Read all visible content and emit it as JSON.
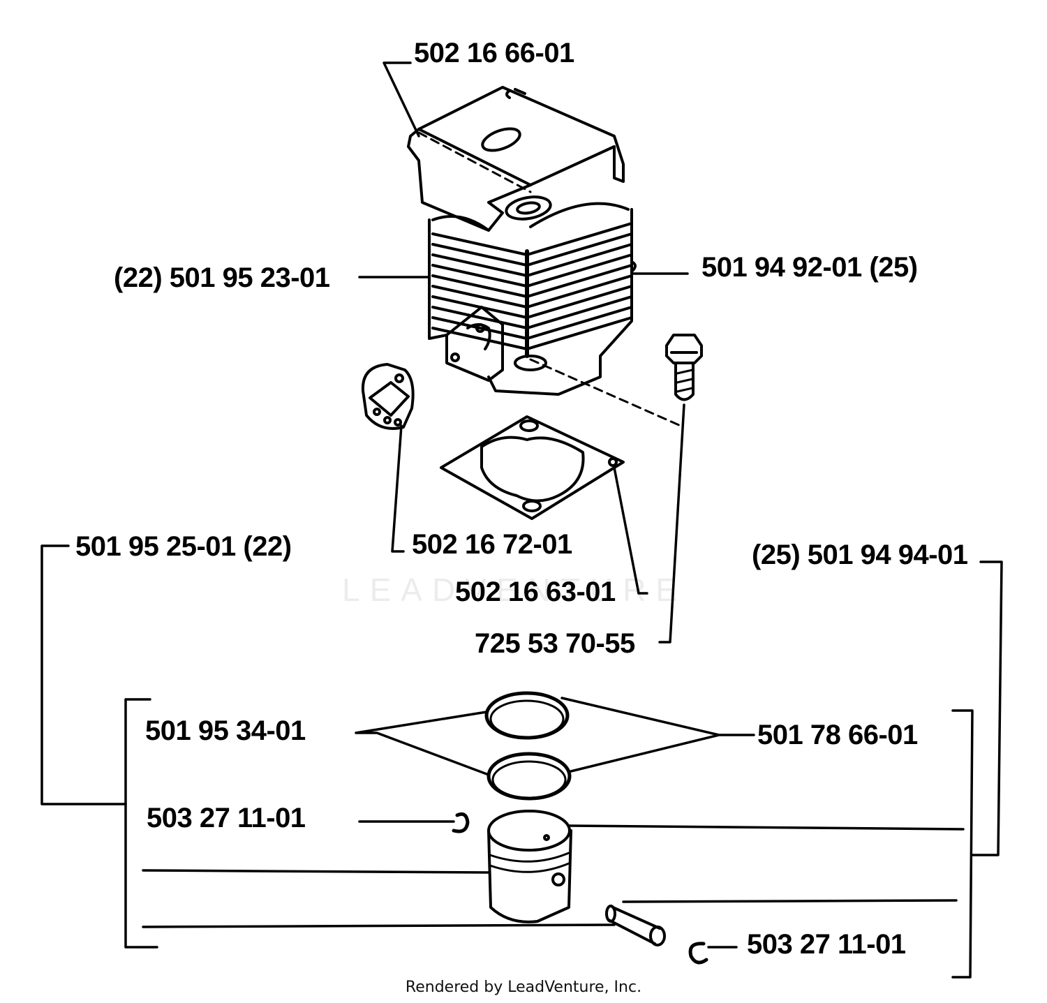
{
  "diagram": {
    "labels": {
      "shield": "502 16 66-01",
      "cylinder": "(22) 501 95 23-01",
      "cylinder_alt": "501 94 92-01 (25)",
      "muffler_gasket": "502 16 72-01",
      "cylinder_gasket": "502 16 63-01",
      "screw": "725 53 70-55",
      "piston_kit_22": "501 95 25-01 (22)",
      "piston_kit_25": "(25) 501 94 94-01",
      "ring_left": "501 95 34-01",
      "ring_right": "501 78 66-01",
      "circlip_top": "503 27 11-01",
      "circlip_bottom": "503 27 11-01"
    },
    "watermark": "LEADVENTURE",
    "credit": "Rendered by LeadVenture, Inc."
  },
  "colors": {
    "ink": "#000000",
    "paper": "#ffffff"
  }
}
